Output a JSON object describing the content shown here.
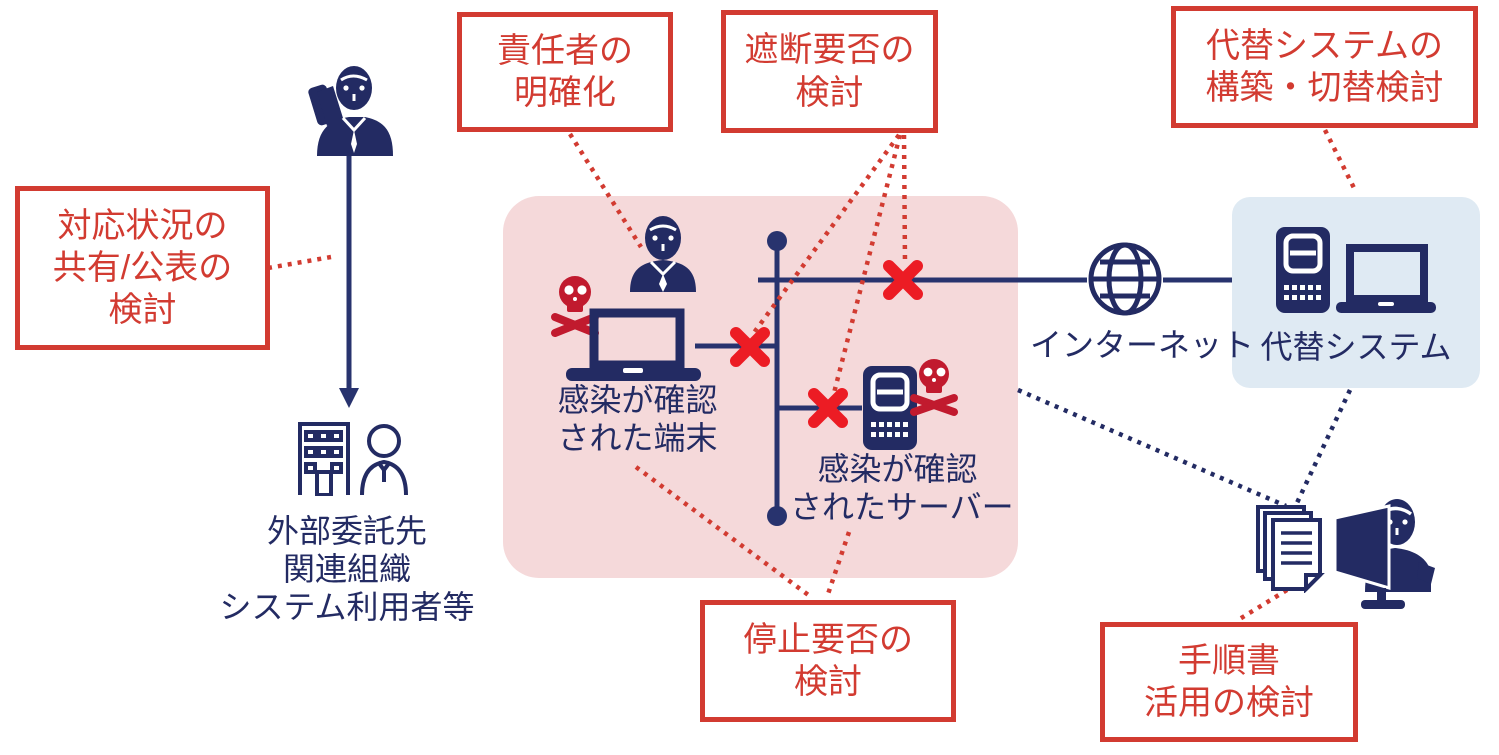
{
  "callouts": {
    "share_status": {
      "lines": [
        "対応状況の",
        "共有/公表の",
        "検討"
      ]
    },
    "clarify_responsible": {
      "lines": [
        "責任者の",
        "明確化"
      ]
    },
    "consider_blocking": {
      "lines": [
        "遮断要否の",
        "検討"
      ]
    },
    "alt_system_build": {
      "lines": [
        "代替システムの",
        "構築・切替検討"
      ]
    },
    "consider_stopping": {
      "lines": [
        "停止要否の",
        "検討"
      ]
    },
    "manual_usage": {
      "lines": [
        "手順書",
        "活用の検討"
      ]
    }
  },
  "labels": {
    "infected_terminal": {
      "lines": [
        "感染が確認",
        "された端末"
      ]
    },
    "infected_server": {
      "lines": [
        "感染が確認",
        "されたサーバー"
      ]
    },
    "internet": "インターネット",
    "alt_system": "代替システム",
    "external_parties": {
      "lines": [
        "外部委託先",
        "関連組織",
        "システム利用者等"
      ]
    }
  },
  "icons": {
    "person_phone": "person-on-phone-icon",
    "manager": "responsible-person-icon",
    "infected_laptop": "laptop-icon",
    "infected_server": "server-icon",
    "skull": "skull-crossbones-malware-icon",
    "globe": "internet-globe-icon",
    "alt_server": "server-icon",
    "alt_laptop": "laptop-icon",
    "building_person": "external-organization-icon",
    "documents": "procedure-documents-icon",
    "person_desk": "operator-at-monitor-icon"
  },
  "colors": {
    "navy": "#232b63",
    "line_navy": "#28336e",
    "callout_red": "#d23b31",
    "x_red": "#ec1c24",
    "skull_red": "#c11a2e",
    "pink_zone": "#f5d9da",
    "blue_zone": "#dfeaf3"
  }
}
